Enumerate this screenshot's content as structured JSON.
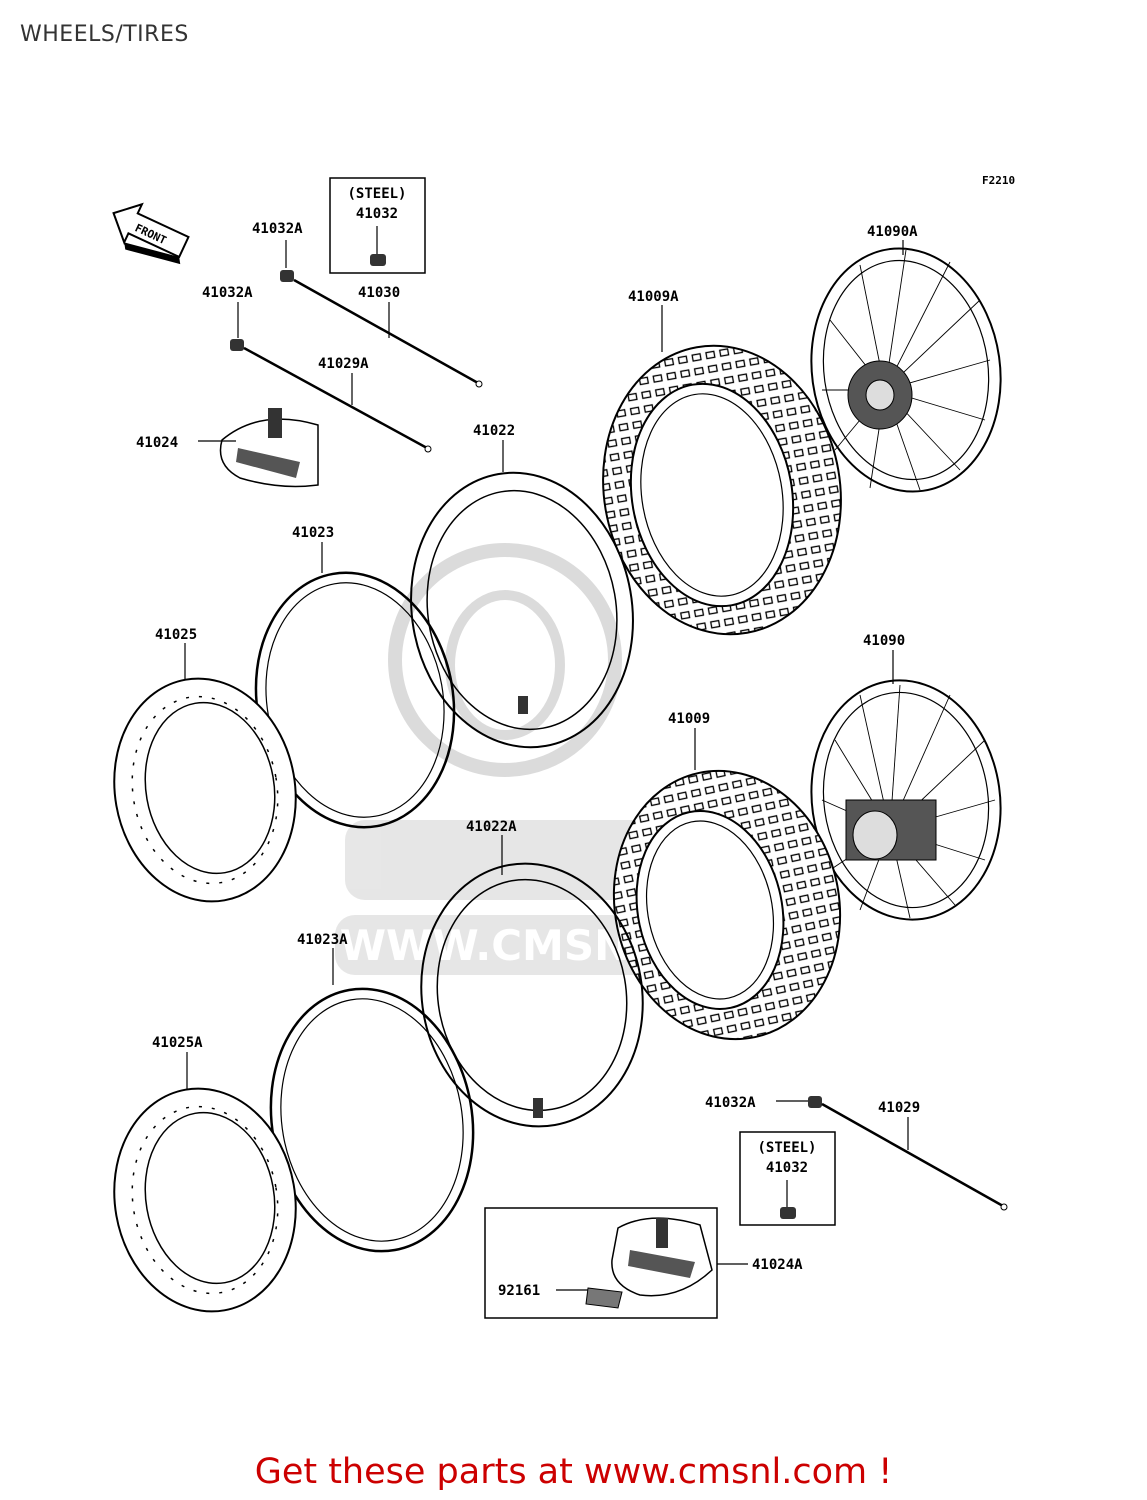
{
  "title": "WHEELS/TIRES",
  "figure_code": "F2210",
  "front_label": "FRONT",
  "steel_label": "(STEEL)",
  "cta": "Get these parts at www.cmsnl.com !",
  "watermark": "WWW.CMSNL.COM",
  "parts": {
    "p41032A_a": "41032A",
    "p41032_a": "41032",
    "p41030": "41030",
    "p41032A_b": "41032A",
    "p41029A": "41029A",
    "p41024": "41024",
    "p41022": "41022",
    "p41009A": "41009A",
    "p41090A": "41090A",
    "p41023": "41023",
    "p41025": "41025",
    "p41090": "41090",
    "p41009": "41009",
    "p41022A": "41022A",
    "p41023A": "41023A",
    "p41025A": "41025A",
    "p41032A_c": "41032A",
    "p41029": "41029",
    "p41032_b": "41032",
    "p41024A": "41024A",
    "p92161": "92161"
  },
  "colors": {
    "line": "#000000",
    "watermark": "#d8d8d8",
    "cta": "#cc0000"
  }
}
